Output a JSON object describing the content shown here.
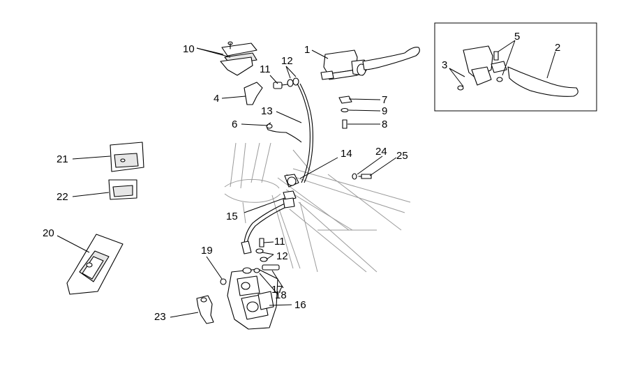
{
  "callouts": {
    "c1": "1",
    "c2": "2",
    "c3": "3",
    "c4": "4",
    "c5": "5",
    "c6": "6",
    "c7": "7",
    "c8": "8",
    "c9": "9",
    "c10": "10",
    "c11a": "11",
    "c11b": "11",
    "c12a": "12",
    "c12b": "12",
    "c13": "13",
    "c14": "14",
    "c15": "15",
    "c16": "16",
    "c17": "17",
    "c18": "18",
    "c19": "19",
    "c20": "20",
    "c21": "21",
    "c22": "22",
    "c23": "23",
    "c24": "24",
    "c25": "25"
  }
}
